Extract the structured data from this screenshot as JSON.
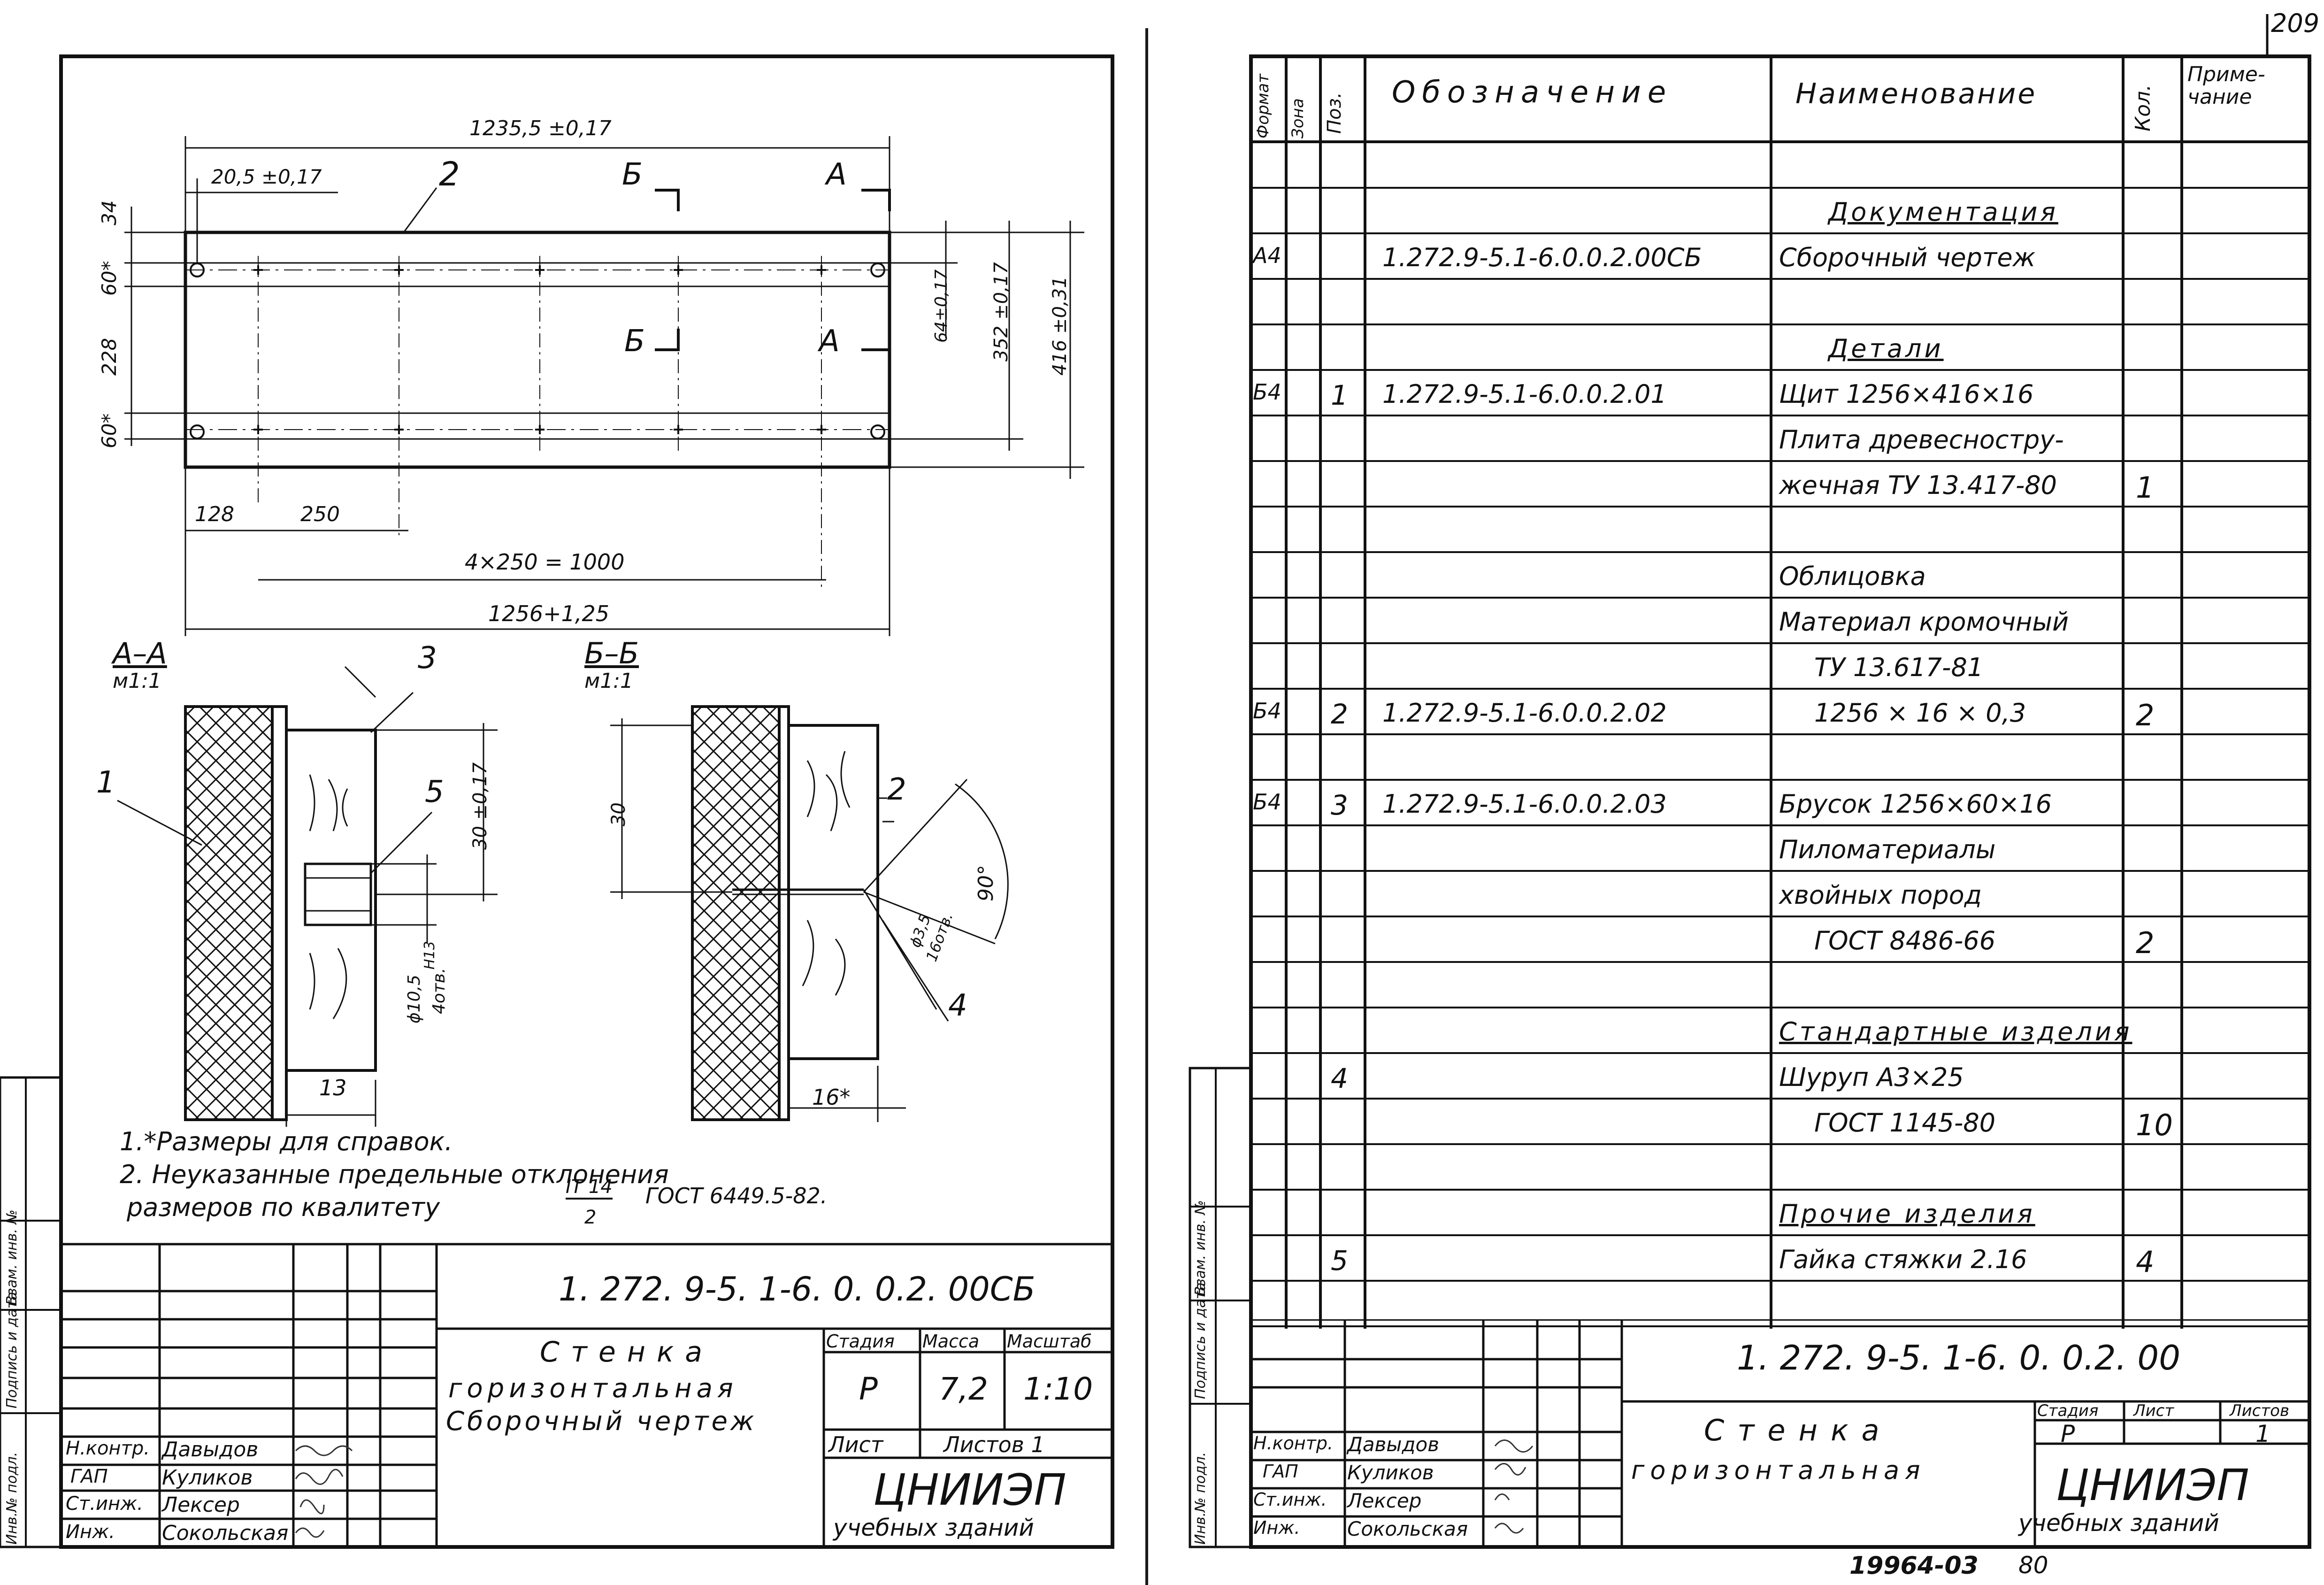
{
  "page_number": "209",
  "left_sheet": {
    "dimensions": {
      "overall_top": "1235,5 ±0,17",
      "left_offset": "20,5 ±0,17",
      "leader_pos": "2",
      "section_b_top": "Б",
      "section_a_top": "А",
      "section_b_bottom": "Б",
      "section_a_bottom": "А",
      "v_34": "34",
      "v_60a": "60*",
      "v_228": "228",
      "v_60b": "60*",
      "v_64": "64±0,17",
      "v_352": "352 ±0,17",
      "v_416": "416 ±0,31",
      "h_128": "128",
      "h_250": "250",
      "h_4x250": "4×250 = 1000",
      "h_1256": "1256+1,25"
    },
    "section_aa": {
      "title": "А–А",
      "scale": "м1:1",
      "pos_1": "1",
      "pos_3": "3",
      "pos_5": "5",
      "dim_30": "30 ±0,17",
      "dim_hole_1": "ϕ10,5",
      "dim_hole_1_tol": "Н13",
      "dim_hole_2": "4отв.",
      "dim_13": "13"
    },
    "section_bb": {
      "title": "Б–Б",
      "scale": "м1:1",
      "pos_2": "2",
      "pos_4": "4",
      "dim_30": "30",
      "dim_angle": "90°",
      "dim_hole_1": "ϕ3,5",
      "dim_hole_2": "16отв.",
      "dim_16": "16*"
    },
    "notes": [
      "1.*Размеры для справок.",
      "2. Неуказанные предельные отклонения",
      "размеров по квалитету",
      "IT 14",
      "2",
      "ГОСТ 6449.5-82."
    ],
    "side_stamp": [
      "Инв.№ подл.",
      "Подпись и дата",
      "Взам. инв. №"
    ],
    "title_block": {
      "designation": "1. 272. 9-5. 1-6. 0. 0.2. 00СБ",
      "name_line1": "Стенка",
      "name_line2": "горизонтальная",
      "name_line3": "Сборочный чертеж",
      "col_stage": "Стадия",
      "col_mass": "Масса",
      "col_scale": "Масштаб",
      "stage": "Р",
      "mass": "7,2",
      "scale": "1:10",
      "sheet_label": "Лист",
      "sheets_label": "Листов 1",
      "org_line1": "ЦНИИЭП",
      "org_line2": "учебных зданий",
      "people": [
        {
          "role": "Н.контр.",
          "name": "Давыдов"
        },
        {
          "role": "ГАП",
          "name": "Куликов"
        },
        {
          "role": "Ст.инж.",
          "name": "Лексер"
        },
        {
          "role": "Инж.",
          "name": "Сокольская"
        }
      ]
    }
  },
  "spec_sheet": {
    "headers": {
      "format": "Формат",
      "zone": "Зона",
      "pos": "Поз.",
      "designation": "Обозначение",
      "name": "Наименование",
      "qty": "Кол.",
      "note": "Приме-чание"
    },
    "rows": [
      {
        "format": "",
        "pos": "",
        "designation": "",
        "name": "",
        "qty": ""
      },
      {
        "format": "",
        "pos": "",
        "designation": "",
        "name": "Документация",
        "qty": "",
        "heading": true
      },
      {
        "format": "А4",
        "pos": "",
        "designation": "1.272.9-5.1-6.0.0.2.00СБ",
        "name": "Сборочный чертеж",
        "qty": ""
      },
      {
        "format": "",
        "pos": "",
        "designation": "",
        "name": "",
        "qty": ""
      },
      {
        "format": "",
        "pos": "",
        "designation": "",
        "name": "Детали",
        "qty": "",
        "heading": true
      },
      {
        "format": "Б4",
        "pos": "1",
        "designation": "1.272.9-5.1-6.0.0.2.01",
        "name": "Щит 1256×416×16",
        "qty": ""
      },
      {
        "format": "",
        "pos": "",
        "designation": "",
        "name": "Плита древесностру-",
        "qty": ""
      },
      {
        "format": "",
        "pos": "",
        "designation": "",
        "name": "жечная ТУ 13.417-80",
        "qty": "1"
      },
      {
        "format": "",
        "pos": "",
        "designation": "",
        "name": "",
        "qty": ""
      },
      {
        "format": "",
        "pos": "",
        "designation": "",
        "name": "Облицовка",
        "qty": ""
      },
      {
        "format": "",
        "pos": "",
        "designation": "",
        "name": "Материал кромочный",
        "qty": ""
      },
      {
        "format": "",
        "pos": "",
        "designation": "",
        "name": "ТУ 13.617-81",
        "qty": "",
        "indent": true
      },
      {
        "format": "Б4",
        "pos": "2",
        "designation": "1.272.9-5.1-6.0.0.2.02",
        "name": "1256 × 16 × 0,3",
        "qty": "2",
        "indent": true
      },
      {
        "format": "",
        "pos": "",
        "designation": "",
        "name": "",
        "qty": ""
      },
      {
        "format": "Б4",
        "pos": "3",
        "designation": "1.272.9-5.1-6.0.0.2.03",
        "name": "Брусок 1256×60×16",
        "qty": ""
      },
      {
        "format": "",
        "pos": "",
        "designation": "",
        "name": "Пиломатериалы",
        "qty": ""
      },
      {
        "format": "",
        "pos": "",
        "designation": "",
        "name": "хвойных пород",
        "qty": ""
      },
      {
        "format": "",
        "pos": "",
        "designation": "",
        "name": "ГОСТ 8486-66",
        "qty": "2",
        "indent": true
      },
      {
        "format": "",
        "pos": "",
        "designation": "",
        "name": "",
        "qty": ""
      },
      {
        "format": "",
        "pos": "",
        "designation": "",
        "name": "Стандартные изделия",
        "qty": "",
        "heading": true
      },
      {
        "format": "",
        "pos": "4",
        "designation": "",
        "name": "Шуруп А3×25",
        "qty": ""
      },
      {
        "format": "",
        "pos": "",
        "designation": "",
        "name": "ГОСТ 1145-80",
        "qty": "10",
        "indent": true
      },
      {
        "format": "",
        "pos": "",
        "designation": "",
        "name": "",
        "qty": ""
      },
      {
        "format": "",
        "pos": "",
        "designation": "",
        "name": "Прочие изделия",
        "qty": "",
        "heading": true
      },
      {
        "format": "",
        "pos": "5",
        "designation": "",
        "name": "Гайка стяжки 2.16",
        "qty": "4"
      },
      {
        "format": "",
        "pos": "",
        "designation": "",
        "name": "",
        "qty": ""
      }
    ],
    "side_stamp": [
      "Инв.№ подл.",
      "Подпись и дата",
      "Взам. инв. №"
    ],
    "title_block": {
      "designation": "1. 272. 9-5. 1-6. 0. 0.2. 00",
      "name_line1": "Стенка",
      "name_line2": "горизонтальная",
      "col_stage": "Стадия",
      "col_sheet": "Лист",
      "col_sheets": "Листов",
      "stage": "Р",
      "sheets": "1",
      "org_line1": "ЦНИИЭП",
      "org_line2": "учебных зданий",
      "people": [
        {
          "role": "Н.контр.",
          "name": "Давыдов"
        },
        {
          "role": "ГАП",
          "name": "Куликов"
        },
        {
          "role": "Ст.инж.",
          "name": "Лексер"
        },
        {
          "role": "Инж.",
          "name": "Сокольская"
        }
      ]
    },
    "footer_code": "19964-03",
    "footer_num": "80"
  }
}
